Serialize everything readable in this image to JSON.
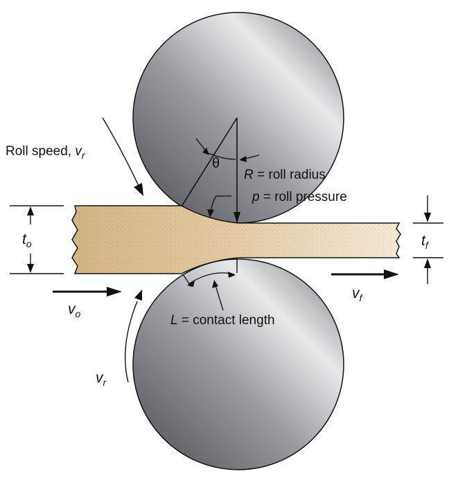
{
  "labels": {
    "roll_speed": {
      "text": "Roll speed, ",
      "var": "v",
      "sub": "r"
    },
    "theta": "θ",
    "roll_radius": {
      "var": "R",
      "text": " = roll radius"
    },
    "roll_pressure": {
      "var": "p",
      "text": " = roll pressure"
    },
    "contact_length": {
      "var": "L",
      "text": " = contact length"
    },
    "t_o": {
      "var": "t",
      "sub": "o"
    },
    "t_f": {
      "var": "t",
      "sub": "f"
    },
    "v_o": {
      "var": "v",
      "sub": "o"
    },
    "v_f": {
      "var": "v",
      "sub": "f"
    },
    "v_r_bottom": {
      "var": "v",
      "sub": "r"
    }
  },
  "colors": {
    "strip_dark": "#d7b98a",
    "strip_light": "#f1e4cc",
    "roll_dark": "#5e6066",
    "roll_light": "#e4e5e8",
    "line": "#111111"
  }
}
